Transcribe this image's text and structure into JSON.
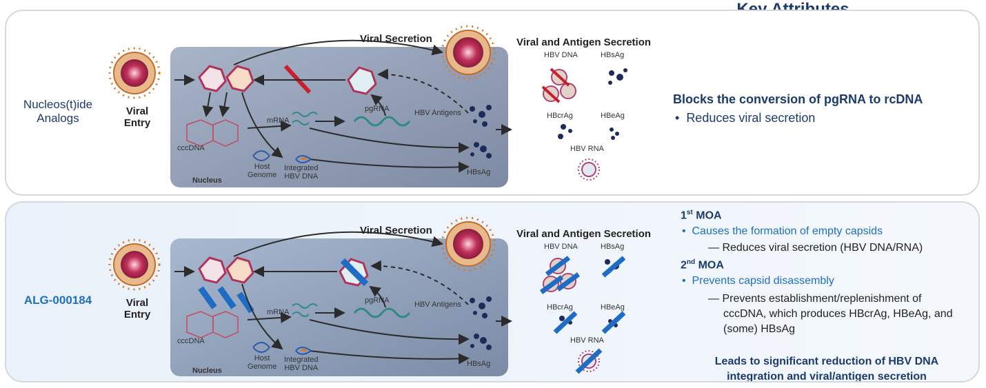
{
  "key_attributes_title": "Key Attributes",
  "colors": {
    "navy": "#1c3a6e",
    "blue": "#1f6fc0",
    "cell": "#8a99b3",
    "capsid": "#b0335a",
    "block_red": "#c8202a",
    "block_blue": "#1e6cc4"
  },
  "diagram": {
    "viral_secretion": "Viral Secretion",
    "viral_entry_1": "Viral",
    "viral_entry_2": "Entry",
    "cccdna": "cccDNA",
    "nucleus": "Nucleus",
    "host_genome_1": "Host",
    "host_genome_2": "Genome",
    "integrated_1": "Integrated",
    "integrated_2": "HBV DNA",
    "mrna": "mRNA",
    "pgrna": "pgRNA",
    "hbv_antigens": "HBV Antigens",
    "hbsag": "HBsAg",
    "secretion_title": "Viral and Antigen Secretion",
    "sec_hbv_dna": "HBV DNA",
    "sec_hbsag": "HBsAg",
    "sec_hbcrag": "HBcrAg",
    "sec_hbeag": "HBeAg",
    "sec_hbv_rna": "HBV RNA"
  },
  "panel1": {
    "drug_line1": "Nucleos(t)ide",
    "drug_line2": "Analogs",
    "attr_heading": "Blocks the conversion of pgRNA to rcDNA",
    "attr_bullet": "Reduces viral secretion"
  },
  "panel2": {
    "drug": "ALG-000184",
    "moa1_num": "1",
    "moa1_sup": "st",
    "moa1_label": "MOA",
    "moa1_bullet": "Causes the formation of empty capsids",
    "moa1_sub": "— Reduces viral secretion (HBV DNA/RNA)",
    "moa2_num": "2",
    "moa2_sup": "nd",
    "moa2_label": "MOA",
    "moa2_bullet": "Prevents capsid disassembly",
    "moa2_sub_1": "— Prevents establishment/replenishment of",
    "moa2_sub_2": "cccDNA, which produces HBcrAg, HBeAg, and",
    "moa2_sub_3": "(some) HBsAg",
    "conclusion_1": "Leads to significant reduction of HBV DNA",
    "conclusion_2": "integration and viral/antigen secretion"
  }
}
